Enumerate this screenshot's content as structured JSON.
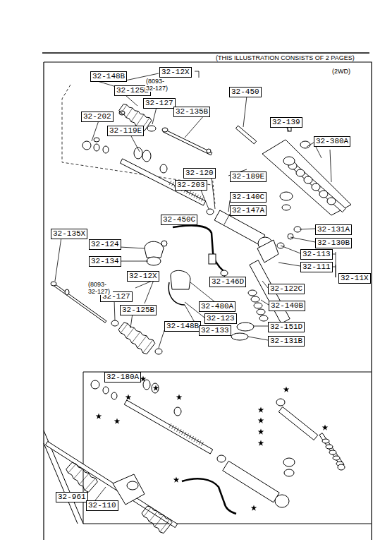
{
  "diagram": {
    "nodes": [
      {
        "text": [
          "32-12X"
        ]
      },
      {
        "text": [
          "32-148B"
        ]
      },
      {
        "text": [
          "32-450"
        ]
      },
      {
        "text": [
          "32-125B"
        ]
      },
      {
        "text": [
          "32-127"
        ]
      },
      {
        "text": [
          "32-135B"
        ]
      },
      {
        "text": [
          "32-202"
        ]
      },
      {
        "text": [
          "32-139"
        ]
      },
      {
        "text": [
          "32-119E"
        ]
      },
      {
        "text": [
          "32-380A"
        ]
      },
      {
        "text": [
          "32-120"
        ]
      },
      {
        "text": [
          "32-189E"
        ]
      },
      {
        "text": [
          "32-203"
        ]
      },
      {
        "text": [
          "32-140C"
        ]
      },
      {
        "text": [
          "32-147A"
        ]
      },
      {
        "text": [
          "32-450C"
        ]
      },
      {
        "text": [
          "32-131A"
        ]
      },
      {
        "text": [
          "32-135X"
        ]
      },
      {
        "text": [
          "32-130B"
        ]
      },
      {
        "text": [
          "32-124"
        ]
      },
      {
        "text": [
          "32-113"
        ]
      },
      {
        "text": [
          "32-134"
        ]
      },
      {
        "text": [
          "32-111"
        ]
      },
      {
        "text": [
          "32-12X"
        ]
      },
      {
        "text": [
          "32-11X"
        ]
      },
      {
        "text": [
          "32-146D"
        ]
      },
      {
        "text": [
          "32-122C"
        ]
      },
      {
        "text": [
          "32-127"
        ]
      },
      {
        "text": [
          "32-480A"
        ]
      },
      {
        "text": [
          "32-140B"
        ]
      },
      {
        "text": [
          "32-125B"
        ]
      },
      {
        "text": [
          "32-123"
        ]
      },
      {
        "text": [
          "32-148B"
        ]
      },
      {
        "text": [
          "32-151D"
        ]
      },
      {
        "text": [
          "32-133"
        ]
      },
      {
        "text": [
          "32-131B"
        ]
      },
      {
        "text": [
          "32-180A"
        ]
      },
      {
        "text": [
          "32-961"
        ]
      },
      {
        "text": [
          "32-110"
        ]
      }
    ],
    "labels": [
      "(THIS ILLUSTRATION CONSISTS OF  2 PAGES)",
      "(2WD)",
      "(8093- 32-127)",
      "(8093- 32-127)"
    ]
  }
}
